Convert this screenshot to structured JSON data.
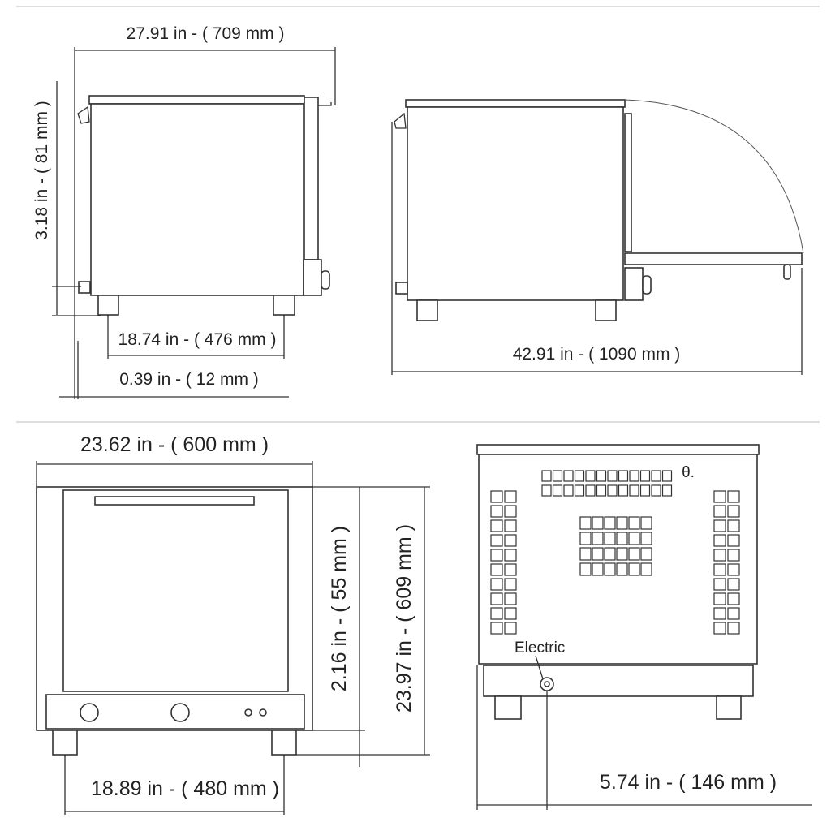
{
  "views": {
    "side": {
      "overall_depth": "27.91 in - (  709 mm  )",
      "foot_height": "3.18 in - (  81 mm  )",
      "foot_spacing": "18.74 in - (  476 mm  )",
      "offset": "0.39 in - (  12 mm  )"
    },
    "side_door_open": {
      "overall_depth_open": "42.91 in - (  1090 mm  )"
    },
    "front": {
      "width": "23.62 in - (  600 mm  )",
      "base_height": "2.16 in - (  55 mm  )",
      "height": "23.97 in - (  609 mm  )",
      "foot_spacing": "18.89 in - (  480 mm  )"
    },
    "back": {
      "electric_label": "Electric",
      "electric_offset": "5.74 in - (  146 mm  )",
      "symbol": "θ."
    }
  },
  "colors": {
    "line": "#333333",
    "background": "#ffffff"
  }
}
